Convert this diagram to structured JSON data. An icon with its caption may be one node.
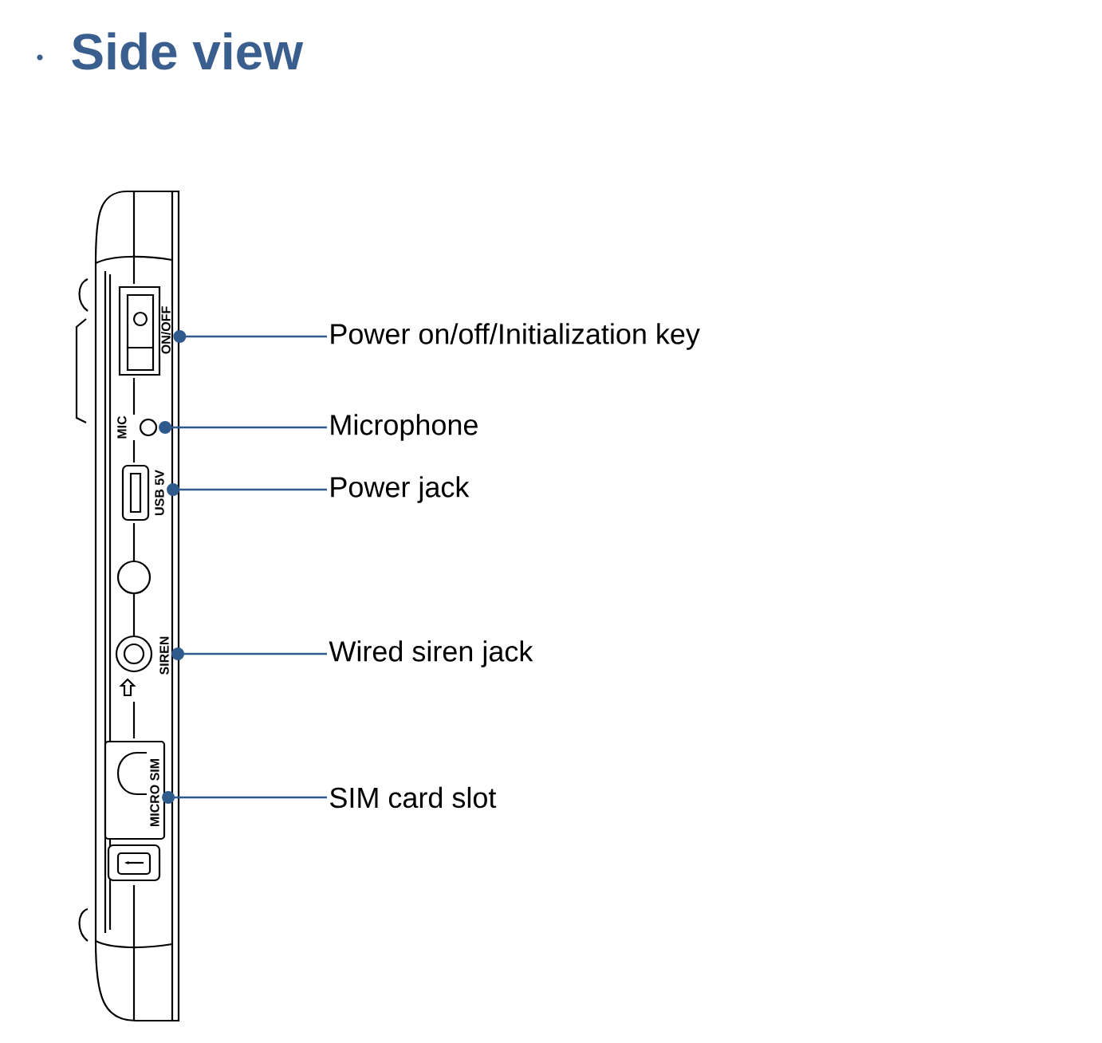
{
  "diagram": {
    "title": "Side view",
    "nodes": [
      {
        "text": [
          "Power on/off/Initialization key"
        ]
      },
      {
        "text": [
          "Microphone"
        ]
      },
      {
        "text": [
          "Power jack"
        ]
      },
      {
        "text": [
          "Wired siren jack"
        ]
      },
      {
        "text": [
          "SIM card slot"
        ]
      },
      {
        "text": [
          "ON/OFF"
        ]
      },
      {
        "text": [],
        "shape": "circle",
        "beside": [
          "MIC"
        ]
      },
      {
        "text": [
          "USB 5V"
        ]
      },
      {
        "text": [
          "SIREN"
        ]
      },
      {
        "text": [
          "MICRO SIM"
        ]
      }
    ],
    "edges": [
      {
        "from": 0,
        "to": 5,
        "arrow": "other"
      },
      {
        "from": 1,
        "to": 6,
        "arrow": "other"
      },
      {
        "from": 2,
        "to": 7,
        "arrow": "other"
      },
      {
        "from": 3,
        "to": 8,
        "arrow": "other"
      },
      {
        "from": 4,
        "to": 9,
        "arrow": "other"
      }
    ]
  }
}
